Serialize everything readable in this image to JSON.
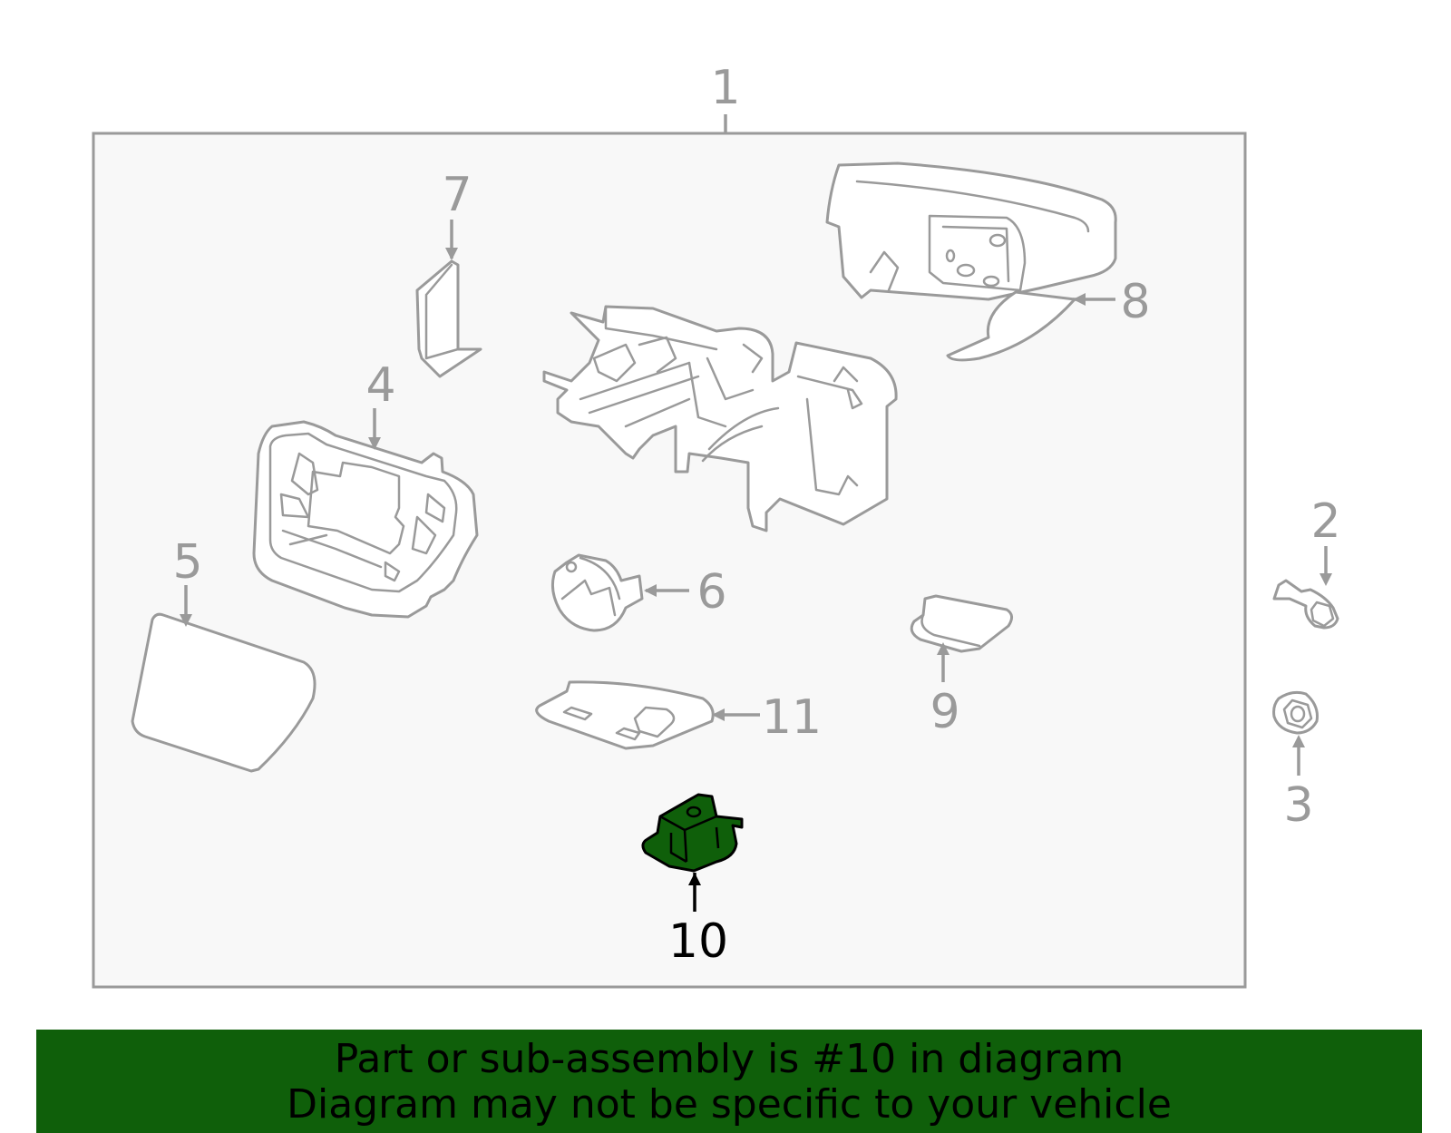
{
  "callouts": {
    "c1": "1",
    "c2": "2",
    "c3": "3",
    "c4": "4",
    "c5": "5",
    "c6": "6",
    "c7": "7",
    "c8": "8",
    "c9": "9",
    "c10": "10",
    "c11": "11"
  },
  "highlighted_part": "10",
  "colors": {
    "highlight_fill": "#0f5f0a",
    "line_gray": "#9a9a9a",
    "panel_bg": "#f8f8f8",
    "banner_bg": "#0f5f0a"
  },
  "banner": {
    "line1": "Part or sub-assembly is #10 in diagram",
    "line2": "Diagram may not be specific to your vehicle"
  }
}
